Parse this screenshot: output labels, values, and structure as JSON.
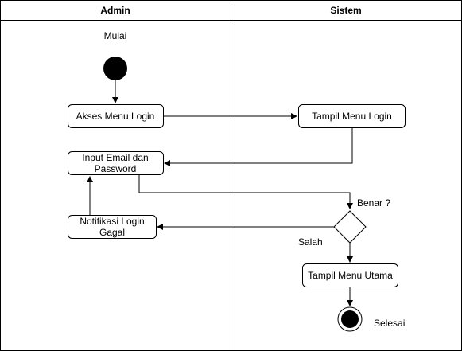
{
  "swimlanes": [
    {
      "id": "admin",
      "title": "Admin"
    },
    {
      "id": "sistem",
      "title": "Sistem"
    }
  ],
  "nodes": {
    "start_label": "Mulai",
    "akses_menu_login": "Akses Menu Login",
    "tampil_menu_login": "Tampil Menu Login",
    "input_email_line1": "Input Email dan",
    "input_email_line2": "Password",
    "notifikasi_line1": "Notifikasi Login",
    "notifikasi_line2": "Gagal",
    "decision_label": "Benar ?",
    "salah_label": "Salah",
    "tampil_menu_utama": "Tampil Menu Utama",
    "end_label": "Selesai"
  }
}
